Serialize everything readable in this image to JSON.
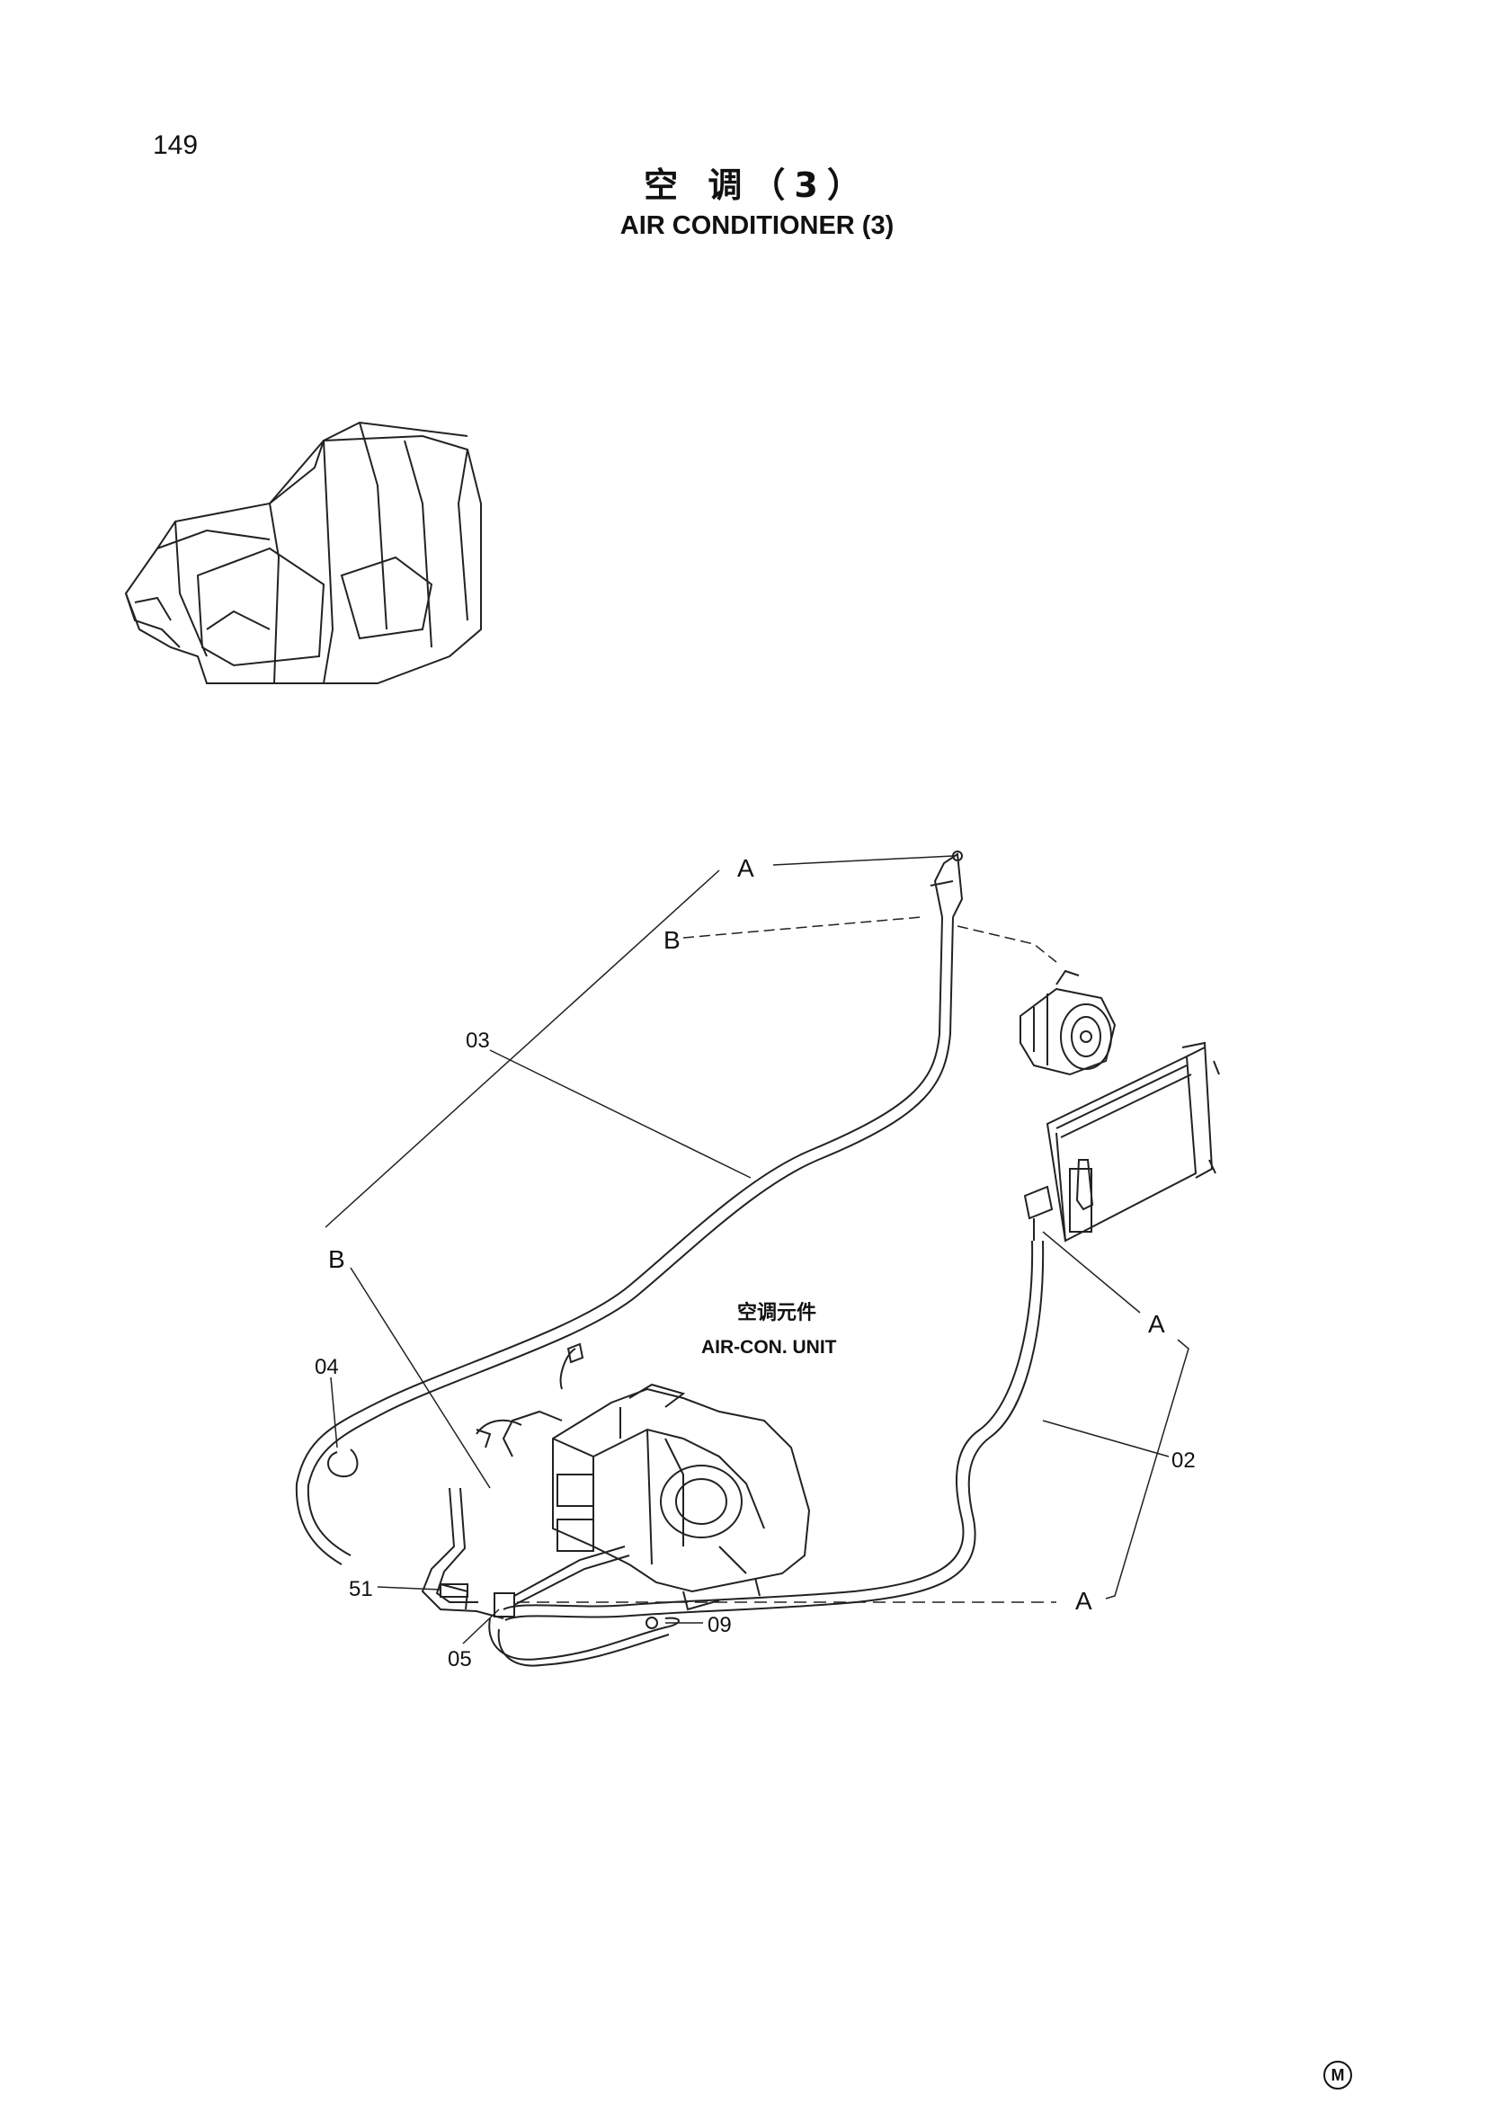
{
  "page": {
    "number": "149",
    "title_cn": "空  调（3）",
    "title_en": "AIR  CONDITIONER (3)",
    "corner_mark": "M"
  },
  "unit_label": {
    "cn": "空调元件",
    "en": "AIR-CON. UNIT"
  },
  "ref_labels": {
    "a_top": "A",
    "b_top": "B",
    "b_left": "B",
    "a_right": "A",
    "a_bottom": "A"
  },
  "callouts": {
    "p03": "03",
    "p04": "04",
    "p02": "02",
    "p51": "51",
    "p05": "05",
    "p09": "09"
  }
}
